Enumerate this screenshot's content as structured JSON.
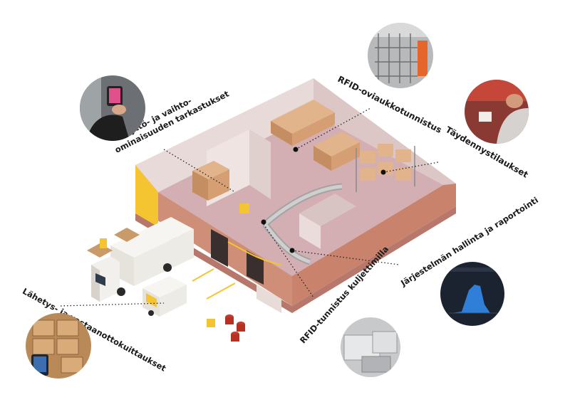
{
  "labels": {
    "rfid_door": "RFID-oviaukkotunnistus",
    "replenishment": "Täydennystilaukset",
    "usage_line1": "Käyttö- ja vaihto-",
    "usage_line2": "ominaisuuden tarkastukset",
    "system_mgmt": "Järjestelmän hallinta ja raportointi",
    "rfid_conveyor": "RFID-tunnistus kuljettimilla",
    "shipping": "Lähetys- ja vastaanottokuittaukset"
  },
  "icons": {
    "phone": "smartphone-photo",
    "cage": "warehouse-cage-photo",
    "order": "replenishment-photo",
    "dashboard": "dashboard-photo",
    "conveyor": "conveyor-tag-photo",
    "boxes": "boxes-scanning-photo"
  },
  "colors": {
    "floor": "#d3aeb3",
    "wall_outer": "#c9826b",
    "wall_inner": "#e4d4d2",
    "accent_yellow": "#f4c531",
    "boxes": "#d9a77a",
    "truck": "#f2f0ec",
    "dashboard_bg": "#1b2330",
    "chart_blue": "#2f7ed8"
  }
}
